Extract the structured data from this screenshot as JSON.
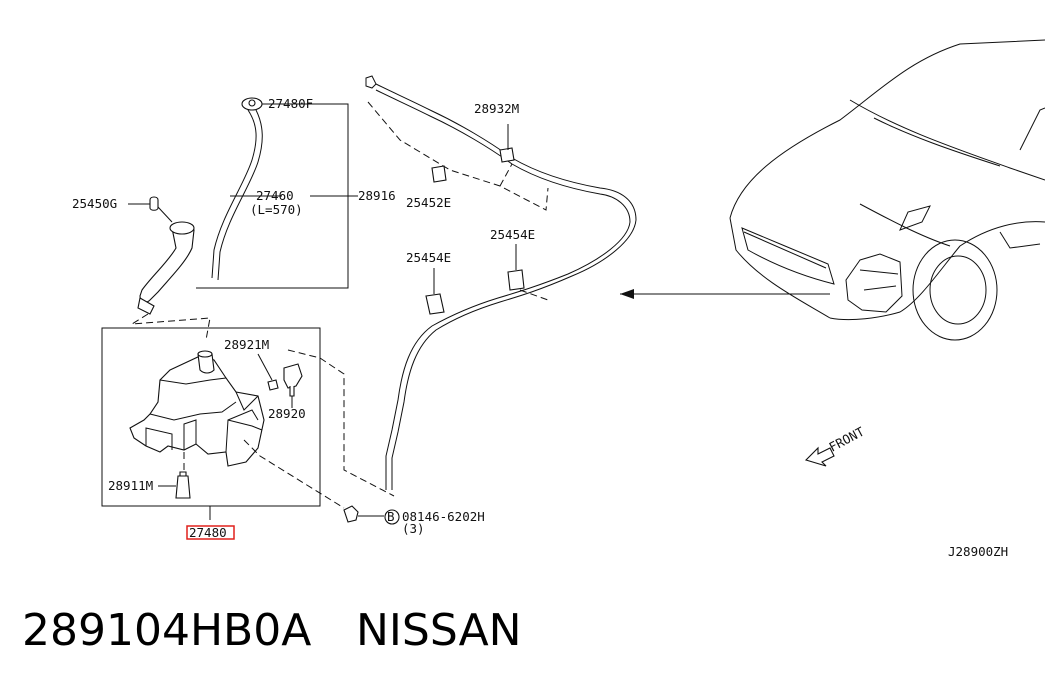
{
  "callouts": {
    "p27480F": "27480F",
    "p27460": "27460",
    "p27460_len": "(L=570)",
    "p28916": "28916",
    "p25450G": "25450G",
    "p28932M": "28932M",
    "p25452E": "25452E",
    "p25454E_a": "25454E",
    "p25454E_b": "25454E",
    "p28921M": "28921M",
    "p28920": "28920",
    "p28911M": "28911M",
    "p27480": "27480",
    "bolt_mark": "B",
    "p08146": "08146-6202H",
    "p08146_qty": "(3)"
  },
  "front_label": "FRONT",
  "diagram_code": "J28900ZH",
  "caption": {
    "part_number": "289104HB0A",
    "brand": "NISSAN"
  },
  "colors": {
    "highlight": "#e0201c",
    "line": "#111111"
  }
}
